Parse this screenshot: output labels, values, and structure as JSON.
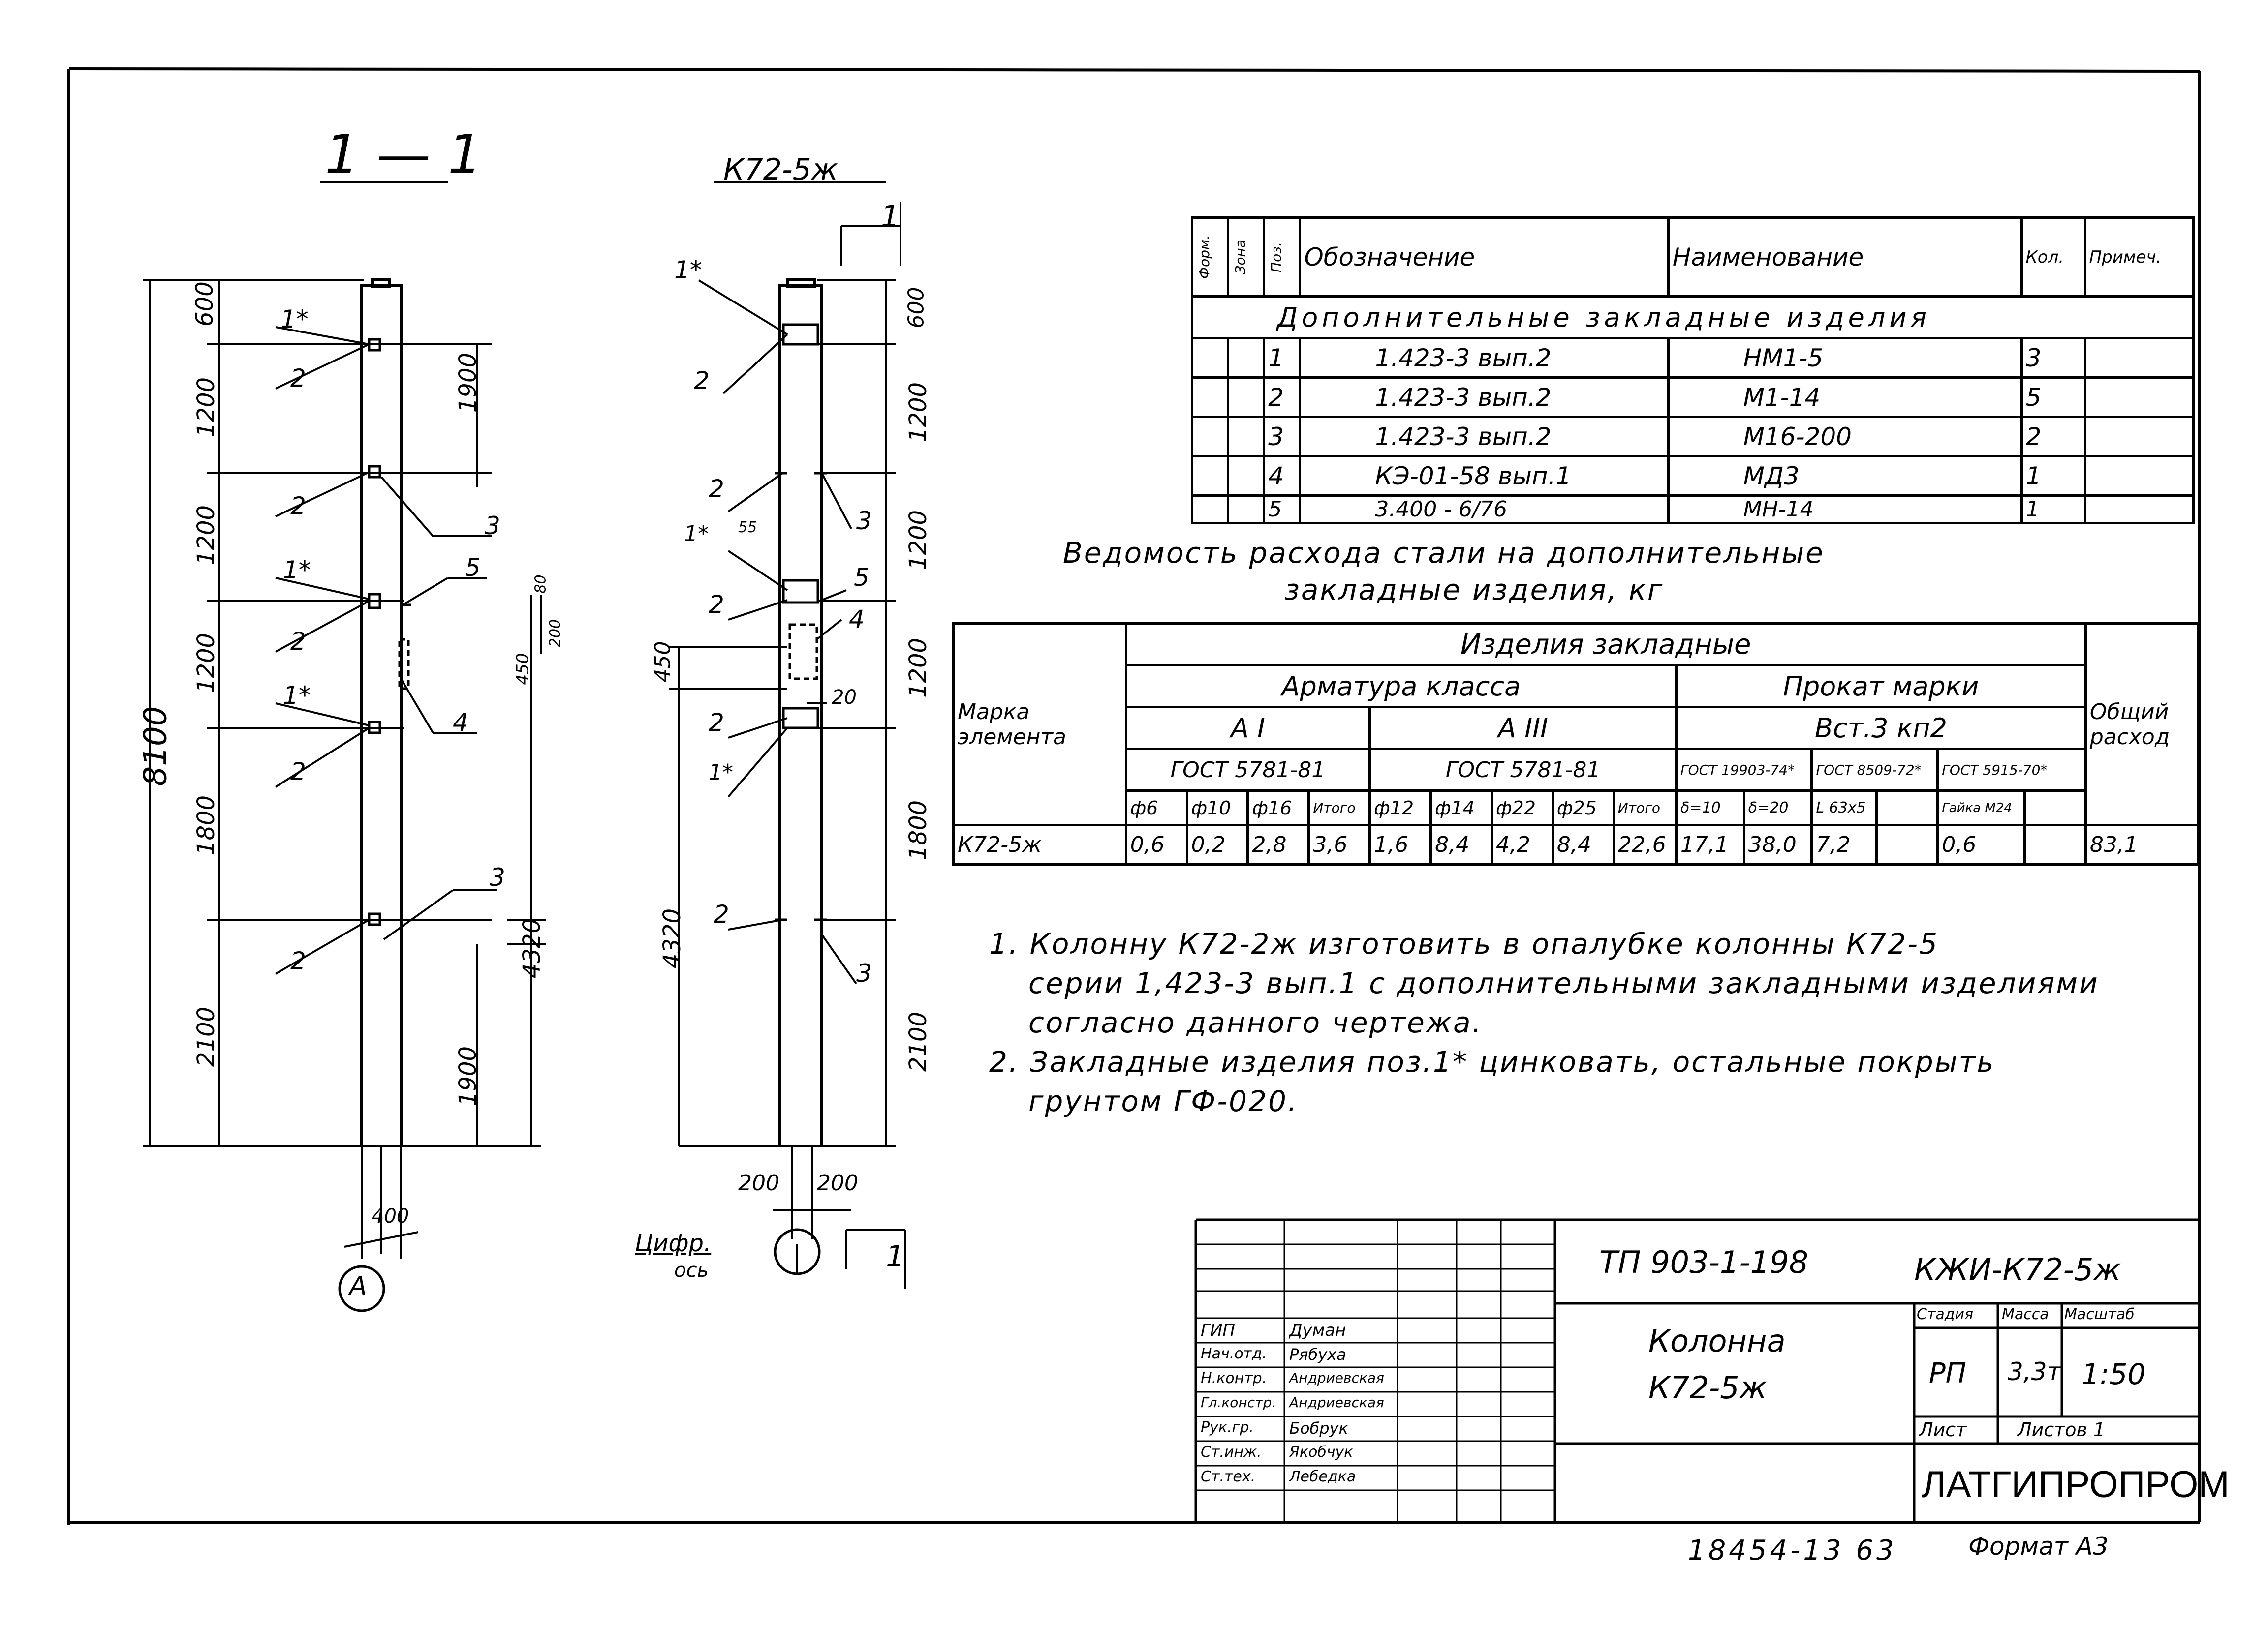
{
  "section_title": "1 — 1",
  "column_view_title": "К72-5ж",
  "left_view": {
    "total": "8100",
    "segments": [
      "600",
      "1200",
      "1200",
      "1200",
      "1800",
      "2100"
    ],
    "right_dims": [
      "1900",
      "450",
      "80",
      "200",
      "4320",
      "1900"
    ],
    "width": "400",
    "axis_label": "А",
    "callouts": [
      "1*",
      "2",
      "2",
      "3",
      "1*",
      "2",
      "5",
      "1*",
      "2",
      "4",
      "3",
      "2"
    ]
  },
  "right_view": {
    "segments": [
      "600",
      "1200",
      "1200",
      "1200",
      "1800",
      "2100"
    ],
    "left_dims": [
      "450",
      "4320"
    ],
    "bottom_dims": [
      "200",
      "200"
    ],
    "section_mark": "1",
    "axis_label_1": "Цифр.",
    "axis_label_2": "ось",
    "callouts": [
      "1*",
      "2",
      "2",
      "3",
      "1*",
      "55",
      "2",
      "5",
      "4",
      "20",
      "2",
      "1*",
      "2",
      "3"
    ]
  },
  "spec_table": {
    "headers": [
      "Форм.",
      "Зона",
      "Поз.",
      "Обозначение",
      "Наименование",
      "Кол.",
      "Примеч."
    ],
    "section": "Дополнительные закладные изделия",
    "rows": [
      {
        "pos": "1",
        "code": "1.423-3 вып.2",
        "name": "НМ1-5",
        "qty": "3"
      },
      {
        "pos": "2",
        "code": "1.423-3 вып.2",
        "name": "М1-14",
        "qty": "5"
      },
      {
        "pos": "3",
        "code": "1.423-3 вып.2",
        "name": "М16-200",
        "qty": "2"
      },
      {
        "pos": "4",
        "code": "КЭ-01-58 вып.1",
        "name": "МД3",
        "qty": "1"
      },
      {
        "pos": "5",
        "code": "3.400 - 6/76",
        "name": "МН-14",
        "qty": "1"
      }
    ]
  },
  "steel_title_1": "Ведомость расхода стали на дополнительные",
  "steel_title_2": "закладные изделия, кг",
  "steel_table": {
    "mark_header": "Марка элемента",
    "group_header": "Изделия закладные",
    "rebar_header": "Арматура класса",
    "rolled_header": "Прокат марки",
    "total_header": "Общий расход",
    "class_a1": "А I",
    "class_a3": "А III",
    "steel_grade": "Вст.3 кп2",
    "gost_1": "ГОСТ 5781-81",
    "gost_2": "ГОСТ 5781-81",
    "gost_3": "ГОСТ 19903-74*",
    "gost_4": "ГОСТ 8509-72*",
    "gost_5": "ГОСТ 5915-70*",
    "cols": [
      "ф6",
      "ф10",
      "ф16",
      "Итого",
      "ф12",
      "ф14",
      "ф22",
      "ф25",
      "Итого",
      "δ=10",
      "δ=20",
      "L 63x5",
      "",
      "Гайка М24",
      ""
    ],
    "row_mark": "К72-5ж",
    "values": [
      "0,6",
      "0,2",
      "2,8",
      "3,6",
      "1,6",
      "8,4",
      "4,2",
      "8,4",
      "22,6",
      "17,1",
      "38,0",
      "7,2",
      "",
      "0,6",
      ""
    ],
    "total": "83,1"
  },
  "notes": [
    "1. Колонну К72-2ж изготовить в опалубке колонны К72-5",
    "серии 1,423-3 вып.1 с дополнительными закладными изделиями",
    "согласно данного чертежа.",
    "2. Закладные изделия поз.1* цинковать, остальные покрыть",
    "грунтом ГФ-020."
  ],
  "title_block": {
    "project": "ТП 903-1-198",
    "code": "КЖИ-К72-5ж",
    "name_1": "Колонна",
    "name_2": "К72-5ж",
    "stage_h": "Стадия",
    "mass_h": "Масса",
    "scale_h": "Масштаб",
    "stage": "РП",
    "mass": "3,3т",
    "scale": "1:50",
    "sheet": "Лист",
    "sheets": "Листов 1",
    "org": "ЛАТГИПРОПРОМ",
    "roles": [
      "ГИП",
      "Нач.отд.",
      "Н.контр.",
      "Гл.констр.",
      "Рук.гр.",
      "Ст.инж.",
      "Ст.тех."
    ],
    "names": [
      "Думан",
      "Рябуха",
      "Андриевская",
      "Андриевская",
      "Бобрук",
      "Якобчук",
      "Лебедка"
    ]
  },
  "footer_number": "18454-13  63",
  "footer_format": "Формат А3"
}
